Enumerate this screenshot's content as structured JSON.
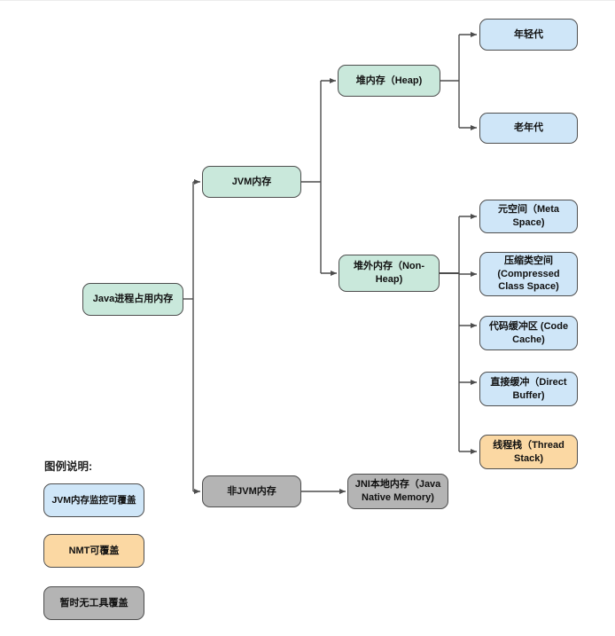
{
  "nodes": {
    "root": {
      "label": "Java进程占用内存"
    },
    "jvm": {
      "label": "JVM内存"
    },
    "nonjvm": {
      "label": "非JVM内存"
    },
    "heap": {
      "label": "堆内存（Heap)"
    },
    "nonheap": {
      "label": "堆外内存（Non-Heap)"
    },
    "jni": {
      "label": "JNI本地内存（Java Native Memory)"
    },
    "young": {
      "label": "年轻代"
    },
    "old": {
      "label": "老年代"
    },
    "meta": {
      "label": "元空间（Meta Space)"
    },
    "ccs": {
      "label": "压缩类空间 (Compressed Class Space)"
    },
    "code": {
      "label": "代码缓冲区 (Code Cache)"
    },
    "direct": {
      "label": "直接缓冲（Direct Buffer)"
    },
    "thread": {
      "label": "线程栈（Thread Stack)"
    }
  },
  "legend": {
    "title": "图例说明:",
    "items": [
      {
        "label": "JVM内存监控可覆盖",
        "meaning": "jvm-memory-monitor-coverable"
      },
      {
        "label": "NMT可覆盖",
        "meaning": "nmt-coverable"
      },
      {
        "label": "暂时无工具覆盖",
        "meaning": "no-tool-coverage"
      }
    ]
  },
  "colors": {
    "category_node": "#c9e8db",
    "jvm_monitor_coverable": "#cfe6f8",
    "nmt_coverable": "#fbd8a3",
    "no_tool_coverage": "#b4b4b4",
    "connector": "#4d4d4d"
  }
}
